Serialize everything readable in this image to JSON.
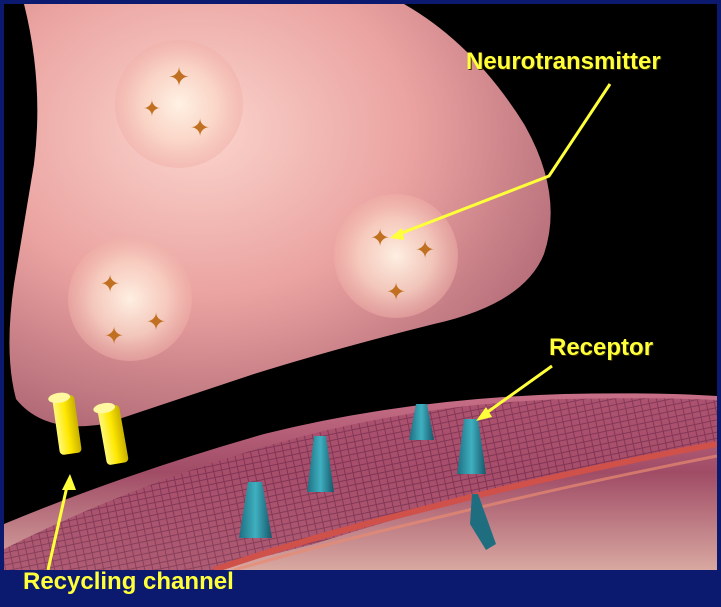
{
  "labels": {
    "neurotransmitter": "Neurotransmitter",
    "receptor": "Receptor",
    "recycling_channel": "Recycling channel"
  },
  "colors": {
    "background_frame": "#0b1a6e",
    "label_text": "#ffff3a",
    "terminal": "#e8a0a0",
    "membrane": "#b0607a",
    "receptor": "#2a8a9a",
    "channel": "#ffee22"
  }
}
